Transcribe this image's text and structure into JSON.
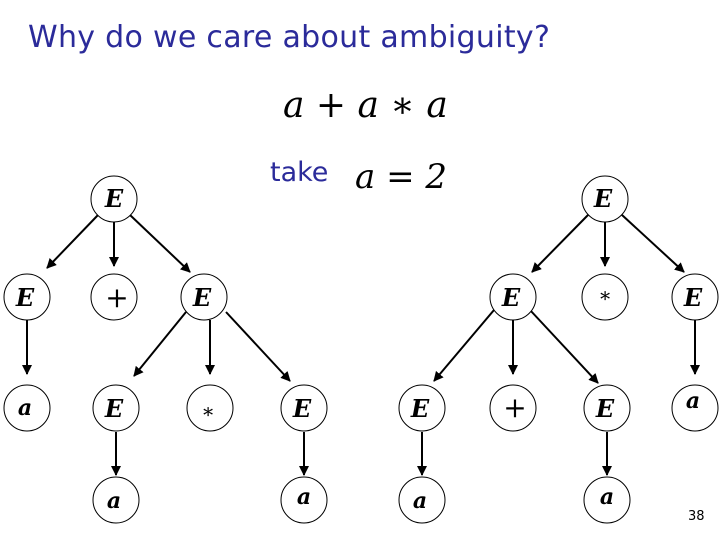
{
  "slide": {
    "title": "Why do we care about ambiguity?",
    "expression": "a + a ∗ a",
    "take_label": "take",
    "take_equation": "a = 2",
    "page_number": "38"
  },
  "trees": {
    "left": {
      "root": "E",
      "level1": [
        "E",
        "+",
        "E"
      ],
      "level2": [
        "a",
        "E",
        "∗",
        "E"
      ],
      "level3": [
        "a",
        "a"
      ]
    },
    "right": {
      "root": "E",
      "level1": [
        "E",
        "∗",
        "E"
      ],
      "level2": [
        "E",
        "+",
        "E",
        "a"
      ],
      "level3": [
        "a",
        "a"
      ]
    }
  }
}
